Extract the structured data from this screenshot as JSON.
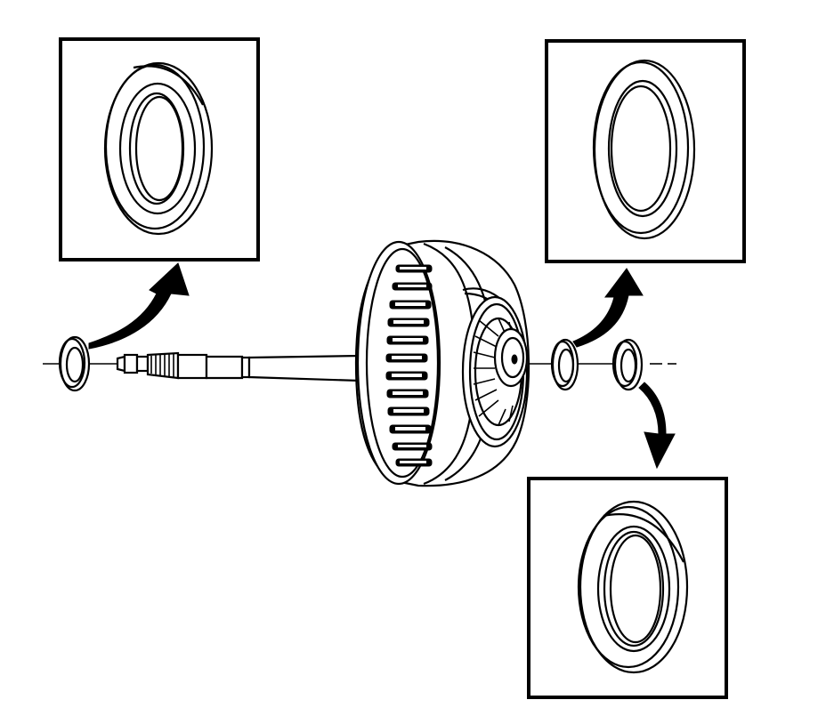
{
  "figure": {
    "kind": "exploded-view line drawing",
    "colors": {
      "line": "#000000",
      "background": "#ffffff"
    },
    "components": [
      {
        "id": "shaft",
        "icon": "splined-shaft"
      },
      {
        "id": "drum-housing",
        "icon": "clutch-drum"
      },
      {
        "id": "washer-left",
        "icon": "thrust-washer"
      },
      {
        "id": "washer-right-1",
        "icon": "thrust-washer"
      },
      {
        "id": "washer-right-2",
        "icon": "thrust-washer"
      }
    ],
    "callouts": [
      {
        "id": "callout-top-left",
        "shows": "washer-left",
        "icon": "thrust-washer-detail"
      },
      {
        "id": "callout-top-right",
        "shows": "washer-right-1",
        "icon": "thrust-washer-detail"
      },
      {
        "id": "callout-bottom-right",
        "shows": "washer-right-2",
        "icon": "thrust-washer-detail"
      }
    ]
  }
}
